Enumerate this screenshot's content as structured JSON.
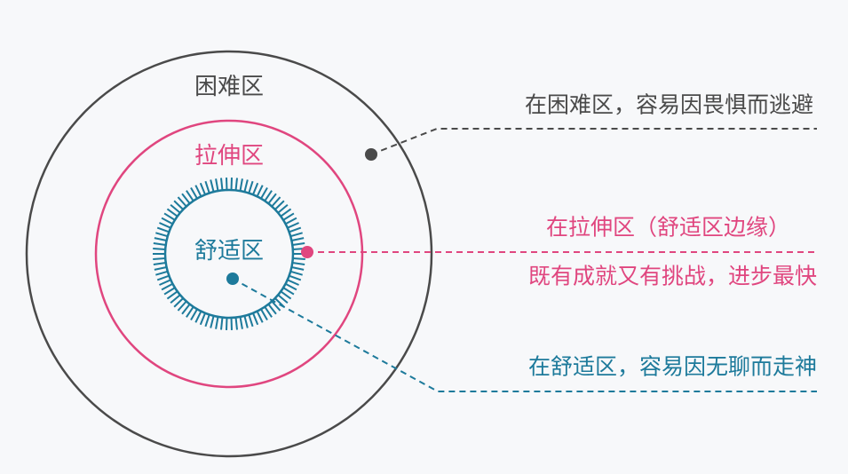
{
  "colors": {
    "background": "#f7f8fa",
    "difficult": "#4a4a4a",
    "stretch": "#e0467f",
    "comfort": "#1d7a9b"
  },
  "zones": {
    "difficult": {
      "label": "困难区",
      "icon": "outer-circle"
    },
    "stretch": {
      "label": "拉伸区",
      "icon": "middle-circle"
    },
    "comfort": {
      "label": "舒适区",
      "icon": "inner-circle-ticked"
    }
  },
  "notes": {
    "difficult": {
      "line1": "在困难区，容易因畏惧而逃避"
    },
    "stretch": {
      "line1": "在拉伸区（舒适区边缘）",
      "line2": "既有成就又有挑战，进步最快"
    },
    "comfort": {
      "line1": "在舒适区，容易因无聊而走神"
    }
  }
}
